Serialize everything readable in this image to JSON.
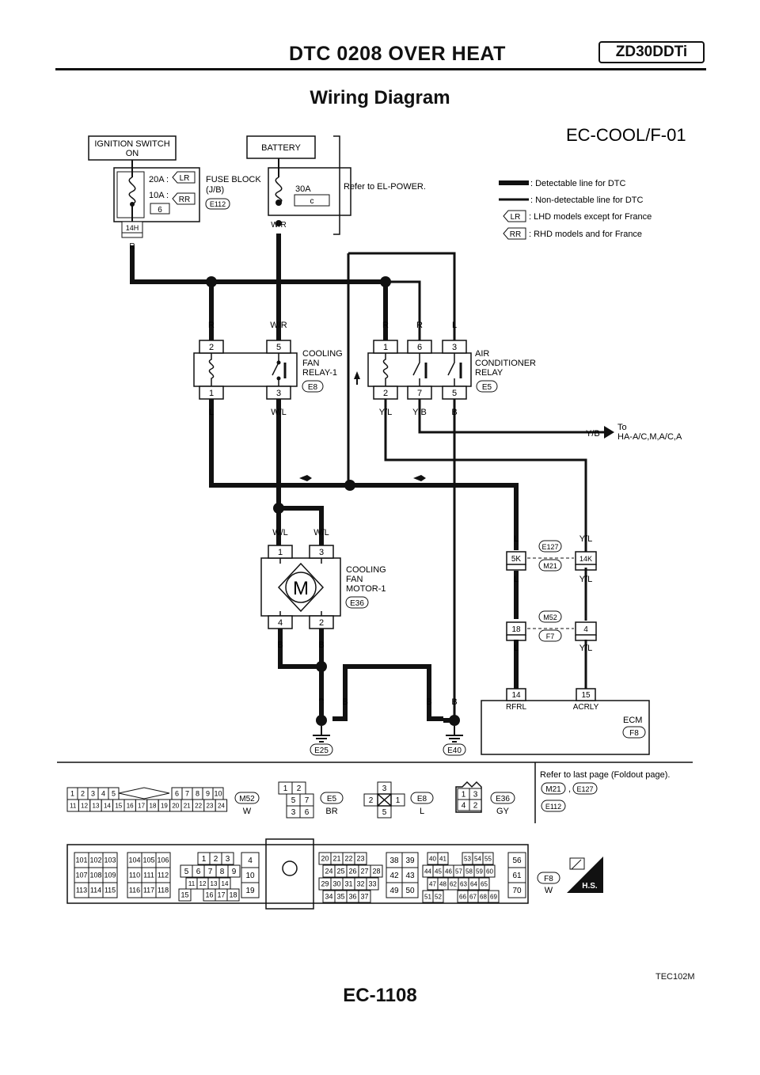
{
  "header": {
    "title": "DTC 0208 OVER HEAT",
    "engine_code": "ZD30DDTi"
  },
  "diagram": {
    "title": "Wiring Diagram",
    "id": "EC-COOL/F-01",
    "refer_power": "Refer to EL-POWER.",
    "legend": {
      "detectable": ": Detectable line for DTC",
      "non_detectable": ": Non-detectable line for DTC",
      "lr_tag": "LR",
      "lr_text": ": LHD models except for France",
      "rr_tag": "RR",
      "rr_text": ": RHD models and for France"
    },
    "ignition": {
      "line1": "IGNITION SWITCH",
      "line2": "ON"
    },
    "battery": "BATTERY",
    "fuse_block": {
      "line1": "FUSE BLOCK",
      "line2": "(J/B)",
      "conn": "E112",
      "f20": "20A :",
      "f10": "10A :",
      "lr": "LR",
      "rr": "RR",
      "box": "6",
      "conn14h": "14H"
    },
    "fuse30a": {
      "rating": "30A",
      "letter": "c"
    },
    "wires": {
      "r": "R",
      "wr": "W/R",
      "l": "L",
      "wl": "W/L",
      "yl": "Y/L",
      "yb": "Y/B",
      "b": "B"
    },
    "relay1": {
      "line1": "COOLING",
      "line2": "FAN",
      "line3": "RELAY-1",
      "conn": "E8",
      "p2": "2",
      "p5": "5",
      "p1": "1",
      "p3": "3"
    },
    "ac_relay": {
      "line1": "AIR",
      "line2": "CONDITIONER",
      "line3": "RELAY",
      "conn": "E5",
      "p1": "1",
      "p6": "6",
      "p3": "3",
      "p2": "2",
      "p7": "7",
      "p5": "5"
    },
    "to_ha": {
      "line1": "To",
      "line2": "HA-A/C,M,A/C,A"
    },
    "motor": {
      "line1": "COOLING",
      "line2": "FAN",
      "line3": "MOTOR-1",
      "conn": "E36",
      "letter": "M",
      "p1": "1",
      "p3": "3",
      "p4": "4",
      "p2": "2"
    },
    "joint": {
      "c1": "E127",
      "c2": "M21",
      "c3": "M52",
      "c4": "F7",
      "p5k": "5K",
      "p14k": "14K",
      "p18": "18",
      "p4": "4"
    },
    "ecm": {
      "name": "ECM",
      "conn": "F8",
      "p14": "14",
      "p15": "15",
      "rfrl": "RFRL",
      "acrly": "ACRLY"
    },
    "grounds": {
      "g1": "E25",
      "g2": "E40"
    },
    "connectors": {
      "m52": {
        "id": "M52",
        "color": "W"
      },
      "e5": {
        "id": "E5",
        "color": "BR"
      },
      "e8": {
        "id": "E8",
        "color": "L"
      },
      "e36": {
        "id": "E36",
        "color": "GY"
      },
      "f8": {
        "id": "F8",
        "color": "W"
      },
      "refer_last": "Refer to last page (Foldout page).",
      "ref_m21": "M21",
      "ref_comma": ",",
      "ref_e127": "E127",
      "ref_e112": "E112",
      "hs": "H.S.",
      "m52_row1a": [
        "1",
        "2",
        "3",
        "4",
        "5"
      ],
      "m52_row1b": [
        "6",
        "7",
        "8",
        "9",
        "10"
      ],
      "m52_row2": [
        "11",
        "12",
        "13",
        "14",
        "15",
        "16",
        "17",
        "18",
        "19",
        "20",
        "21",
        "22",
        "23",
        "24"
      ],
      "e5_pins": [
        "1",
        "2",
        "5",
        "7",
        "3",
        "6"
      ],
      "e8_pins": [
        "3",
        "2",
        "1",
        "5"
      ],
      "e36_pins": [
        "1",
        "3",
        "4",
        "2"
      ],
      "f8_g1": [
        "101",
        "102",
        "103",
        "107",
        "108",
        "109",
        "113",
        "114",
        "115"
      ],
      "f8_g2": [
        "104",
        "105",
        "106",
        "110",
        "111",
        "112",
        "116",
        "117",
        "118"
      ],
      "f8_g3a": [
        "1",
        "2",
        "3"
      ],
      "f8_g3b": [
        "5",
        "6",
        "7",
        "8",
        "9"
      ],
      "f8_g3c": [
        "11",
        "12",
        "13",
        "14"
      ],
      "f8_g3d": [
        "15",
        "16",
        "17",
        "18"
      ],
      "f8_g4": [
        "4",
        "10",
        "19"
      ],
      "f8_g5a": [
        "20",
        "21",
        "22",
        "23"
      ],
      "f8_g5b": [
        "24",
        "25",
        "26",
        "27",
        "28"
      ],
      "f8_g5c": [
        "29",
        "30",
        "31",
        "32",
        "33"
      ],
      "f8_g5d": [
        "34",
        "35",
        "36",
        "37"
      ],
      "f8_g6": [
        "38",
        "39",
        "42",
        "43",
        "49",
        "50"
      ],
      "f8_g7a": [
        "40",
        "41",
        "53",
        "54",
        "55"
      ],
      "f8_g7b": [
        "44",
        "45",
        "46",
        "57",
        "58",
        "59",
        "60"
      ],
      "f8_g7c": [
        "47",
        "48",
        "62",
        "63",
        "64",
        "65"
      ],
      "f8_g7d": [
        "51",
        "52",
        "66",
        "67",
        "68",
        "69"
      ],
      "f8_g8": [
        "56",
        "61",
        "70"
      ]
    },
    "figure_code": "TEC102M"
  },
  "footer": {
    "page": "EC-1108"
  }
}
